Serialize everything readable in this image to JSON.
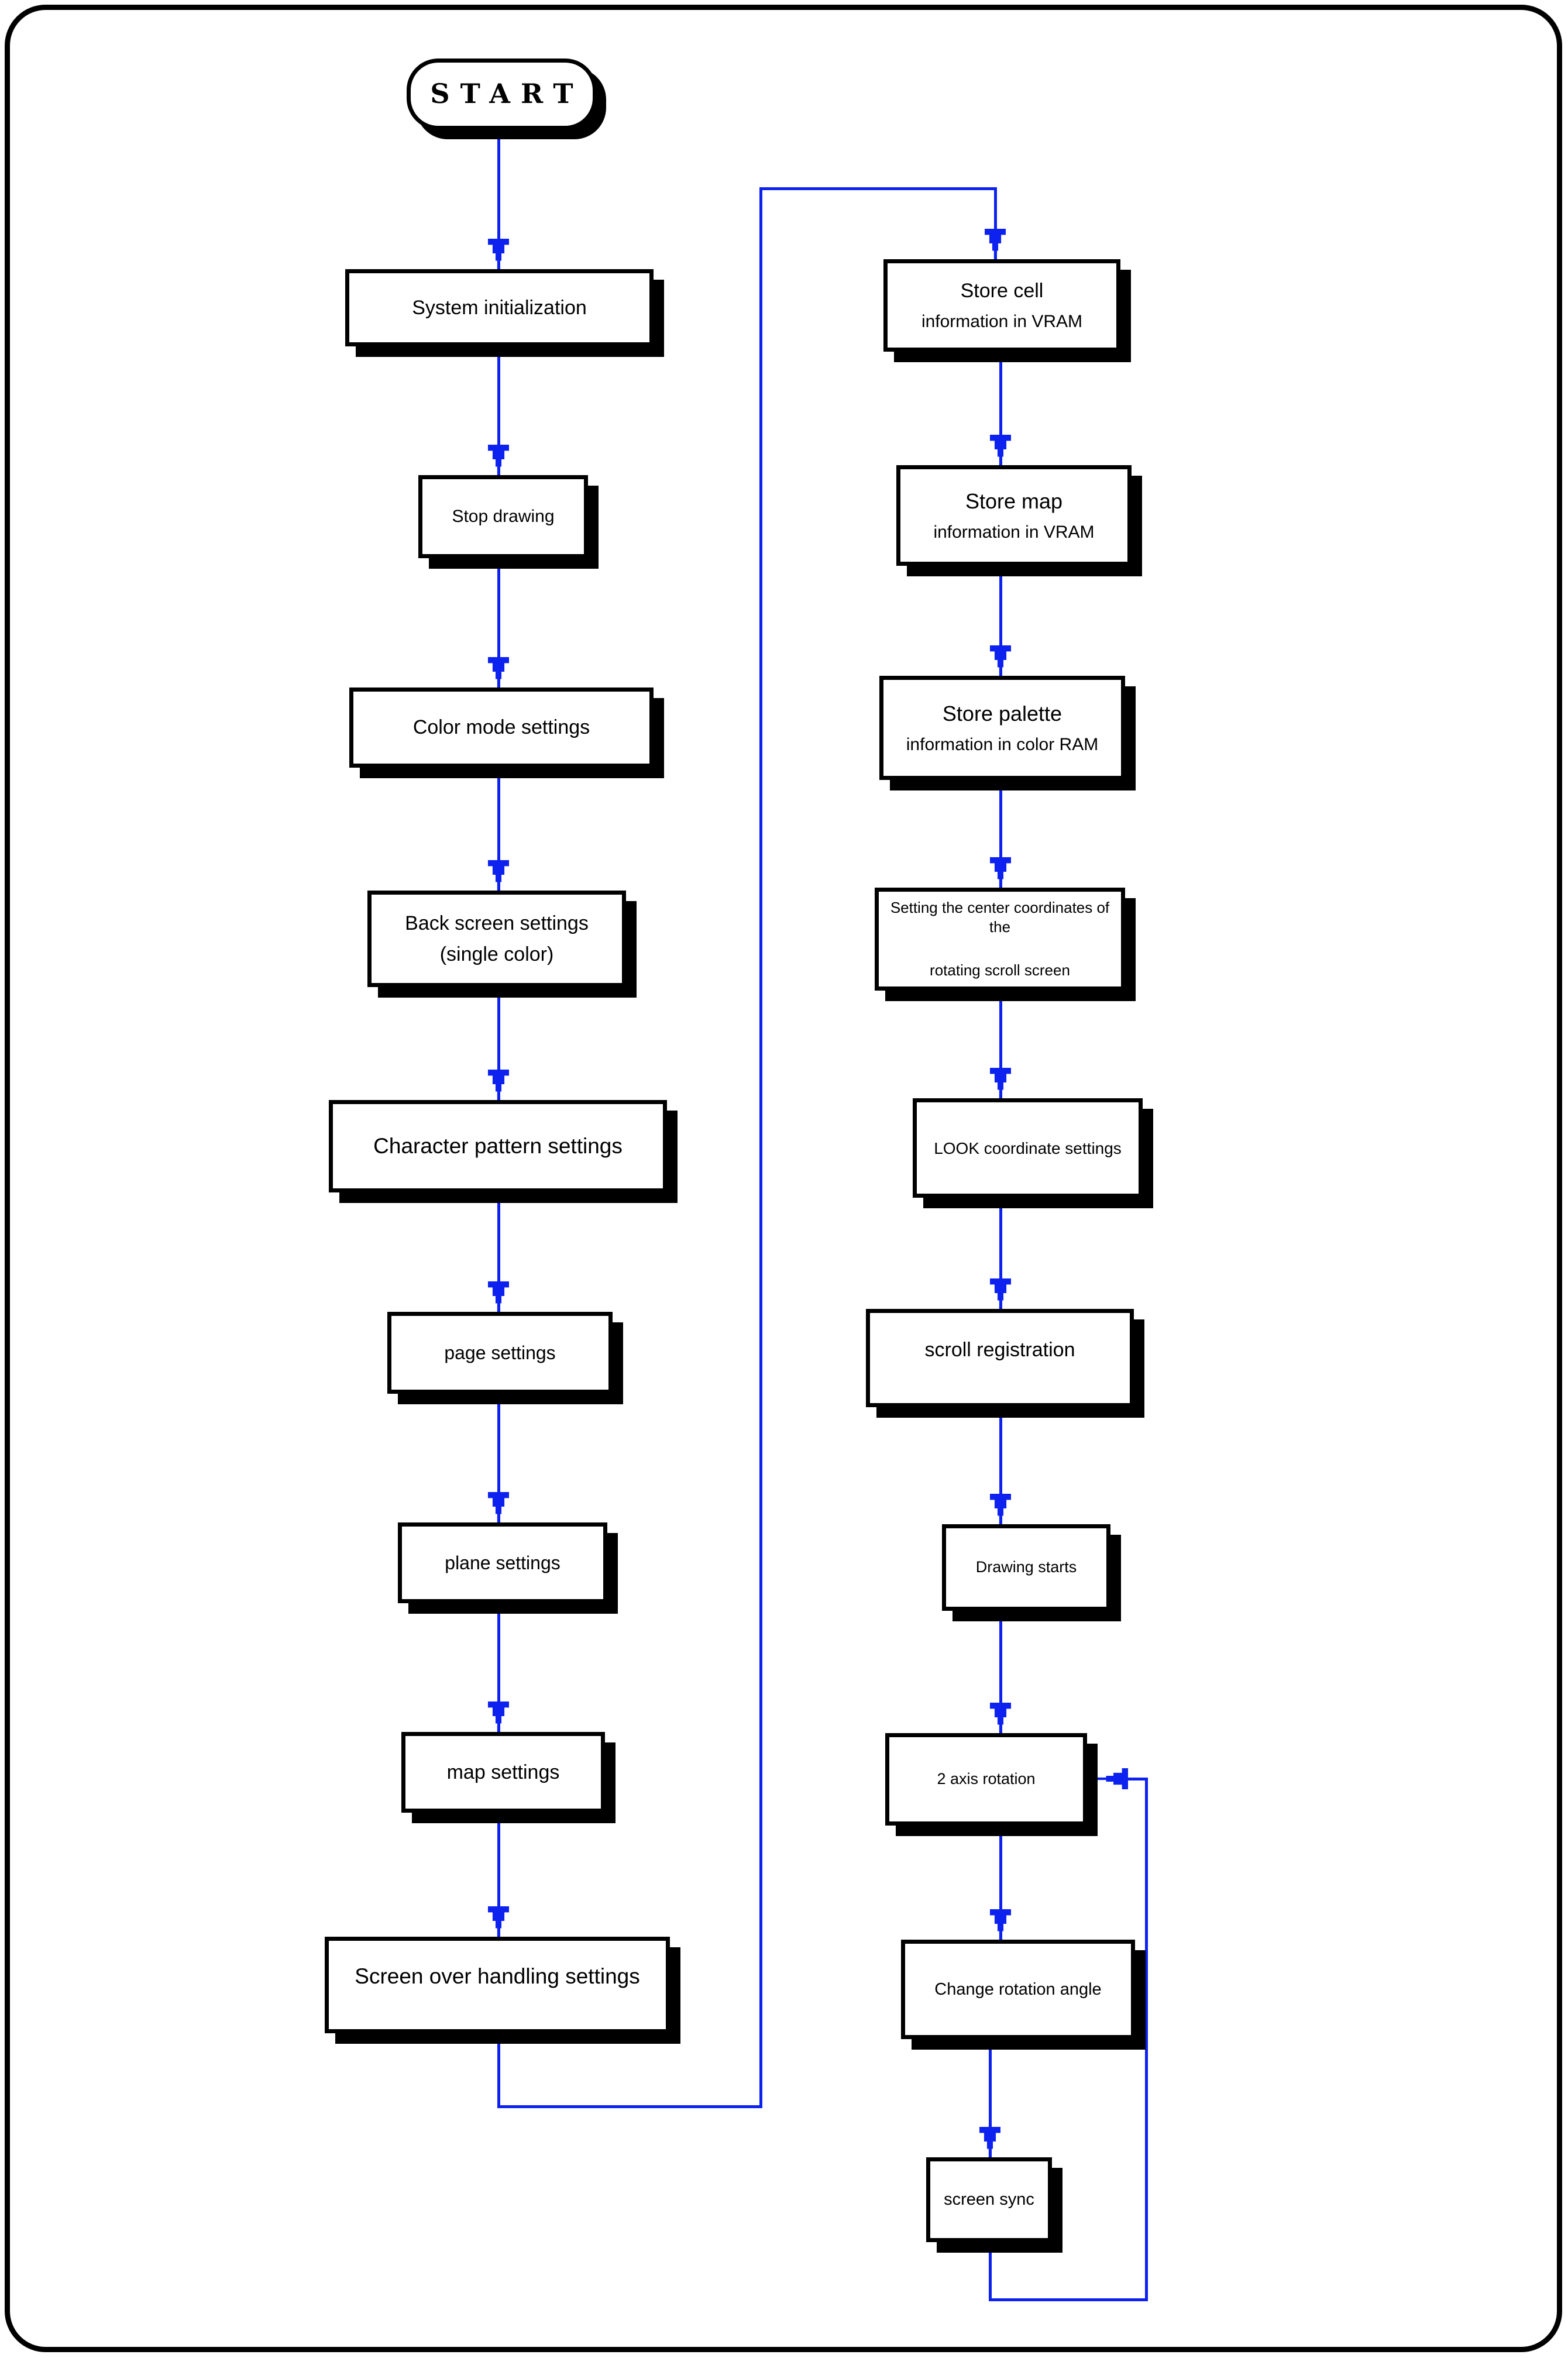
{
  "diagram": {
    "type": "flowchart",
    "colors": {
      "arrow": "#0d22ef",
      "box_fill": "#ffffff",
      "box_border": "#000000",
      "box_shadow": "#000000",
      "text": "#000000",
      "frame": "#000000",
      "background": "#ffffff"
    },
    "start": {
      "label": "START"
    },
    "left_column": [
      {
        "id": "system-initialization",
        "line1": "System initialization"
      },
      {
        "id": "stop-drawing",
        "line1": "Stop drawing"
      },
      {
        "id": "color-mode-settings",
        "line1": "Color mode settings"
      },
      {
        "id": "back-screen-settings",
        "line1": "Back screen settings",
        "line2": "(single color)"
      },
      {
        "id": "character-pattern-settings",
        "line1": "Character pattern settings"
      },
      {
        "id": "page-settings",
        "line1": "page settings"
      },
      {
        "id": "plane-settings",
        "line1": "plane settings"
      },
      {
        "id": "map-settings",
        "line1": "map settings"
      },
      {
        "id": "screen-over-handling-settings",
        "line1": "Screen over handling settings"
      }
    ],
    "right_column": [
      {
        "id": "store-cell",
        "line1": "Store cell",
        "line2": "information in VRAM"
      },
      {
        "id": "store-map",
        "line1": "Store map",
        "line2": "information in VRAM"
      },
      {
        "id": "store-palette",
        "line1": "Store palette",
        "line2": "information in color RAM"
      },
      {
        "id": "setting-center-coordinates",
        "line1": "Setting the center coordinates of the",
        "line2": "rotating scroll screen"
      },
      {
        "id": "look-coordinate-settings",
        "line1": "LOOK coordinate settings"
      },
      {
        "id": "scroll-registration",
        "line1": "scroll registration"
      },
      {
        "id": "drawing-starts",
        "line1": "Drawing starts"
      },
      {
        "id": "two-axis-rotation",
        "line1": "2 axis rotation"
      },
      {
        "id": "change-rotation-angle",
        "line1": "Change rotation angle"
      },
      {
        "id": "screen-sync",
        "line1": "screen sync"
      }
    ]
  }
}
